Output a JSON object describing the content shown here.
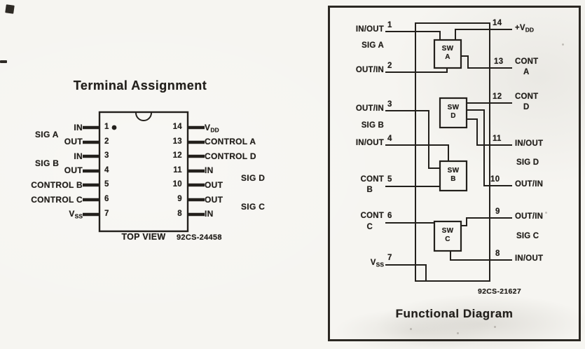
{
  "colors": {
    "ink": "#23201c",
    "paper": "#f6f5f1",
    "frame": "#2b2823"
  },
  "terminal_assignment": {
    "title": "Terminal Assignment",
    "top_view": "TOP VIEW",
    "part_number": "92CS-24458",
    "sig_a": "SIG A",
    "sig_b": "SIG B",
    "sig_c": "SIG C",
    "sig_d": "SIG D",
    "pins": {
      "p1": {
        "num": "1",
        "label": "IN"
      },
      "p2": {
        "num": "2",
        "label": "OUT"
      },
      "p3": {
        "num": "3",
        "label": "IN"
      },
      "p4": {
        "num": "4",
        "label": "OUT"
      },
      "p5": {
        "num": "5",
        "label": "CONTROL B"
      },
      "p6": {
        "num": "6",
        "label": "CONTROL C"
      },
      "p7": {
        "num": "7",
        "v_base": "V",
        "v_sub": "SS"
      },
      "p8": {
        "num": "8",
        "label": "IN"
      },
      "p9": {
        "num": "9",
        "label": "OUT"
      },
      "p10": {
        "num": "10",
        "label": "OUT"
      },
      "p11": {
        "num": "11",
        "label": "IN"
      },
      "p12": {
        "num": "12",
        "label": "CONTROL D"
      },
      "p13": {
        "num": "13",
        "label": "CONTROL A"
      },
      "p14": {
        "num": "14",
        "v_base": "V",
        "v_sub": "DD"
      }
    }
  },
  "functional_diagram": {
    "title": "Functional Diagram",
    "part_number": "92CS-21627",
    "sig_a": "SIG A",
    "sig_b": "SIG B",
    "sig_c": "SIG C",
    "sig_d": "SIG D",
    "switches": {
      "a": {
        "line1": "SW",
        "line2": "A"
      },
      "b": {
        "line1": "SW",
        "line2": "B"
      },
      "c": {
        "line1": "SW",
        "line2": "C"
      },
      "d": {
        "line1": "SW",
        "line2": "D"
      }
    },
    "pins": {
      "p1": {
        "num": "1",
        "label": "IN/OUT"
      },
      "p2": {
        "num": "2",
        "label": "OUT/IN"
      },
      "p3": {
        "num": "3",
        "label": "OUT/IN"
      },
      "p4": {
        "num": "4",
        "label": "IN/OUT"
      },
      "p5": {
        "num": "5",
        "label_top": "CONT",
        "label_bottom": "B"
      },
      "p6": {
        "num": "6",
        "label_top": "CONT",
        "label_bottom": "C"
      },
      "p7": {
        "num": "7",
        "v_base": "V",
        "v_sub": "SS"
      },
      "p8": {
        "num": "8",
        "label": "IN/OUT"
      },
      "p9": {
        "num": "9",
        "label": "OUT/IN"
      },
      "p10": {
        "num": "10",
        "label": "OUT/IN"
      },
      "p11": {
        "num": "11",
        "label": "IN/OUT"
      },
      "p12": {
        "num": "12",
        "label_top": "CONT",
        "label_bottom": "D"
      },
      "p13": {
        "num": "13",
        "label_top": "CONT",
        "label_bottom": "A"
      },
      "p14": {
        "num": "14",
        "v_prefix": "+",
        "v_base": "V",
        "v_sub": "DD"
      }
    }
  }
}
